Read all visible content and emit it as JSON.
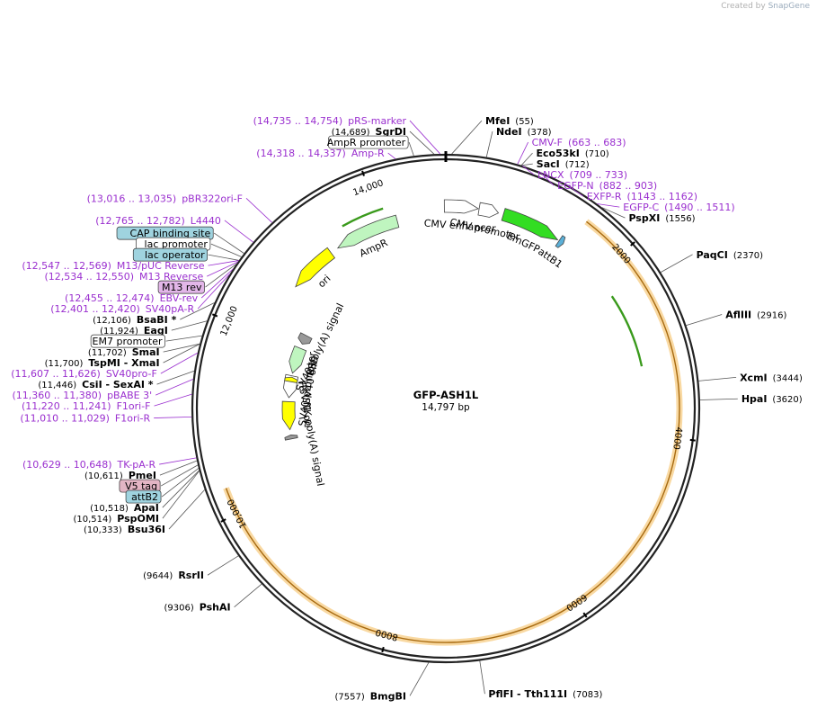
{
  "credit": {
    "prefix": "Created by",
    "brand": "SnapGene"
  },
  "plasmid": {
    "name": "GFP-ASH1L",
    "length": "14,797 bp",
    "total": 14797
  },
  "ticks": [
    {
      "pos": 2000,
      "label": "2000"
    },
    {
      "pos": 4000,
      "label": "4000"
    },
    {
      "pos": 6000,
      "label": "6000"
    },
    {
      "pos": 8000,
      "label": "8000"
    },
    {
      "pos": 10000,
      "label": "10,000"
    },
    {
      "pos": 12000,
      "label": "12,000"
    },
    {
      "pos": 14000,
      "label": "14,000"
    }
  ],
  "sites": [
    {
      "name": "MfeI",
      "pos": "(55)",
      "at": 55,
      "kind": "enzyme"
    },
    {
      "name": "NdeI",
      "pos": "(378)",
      "at": 378,
      "kind": "enzyme"
    },
    {
      "name": "CMV-F",
      "pos": "(663 .. 683)",
      "at": 673,
      "kind": "primer"
    },
    {
      "name": "LNCX",
      "pos": "(709 .. 733)",
      "at": 721,
      "kind": "primer"
    },
    {
      "name": "Eco53kI",
      "pos": "(710)",
      "at": 710,
      "kind": "enzyme"
    },
    {
      "name": "SacI",
      "pos": "(712)",
      "at": 712,
      "kind": "enzyme"
    },
    {
      "name": "EGFP-N",
      "pos": "(882 .. 903)",
      "at": 892,
      "kind": "primer"
    },
    {
      "name": "EXFP-R",
      "pos": "(1143 .. 1162)",
      "at": 1152,
      "kind": "primer"
    },
    {
      "name": "EGFP-C",
      "pos": "(1490 .. 1511)",
      "at": 1500,
      "kind": "primer"
    },
    {
      "name": "PspXI",
      "pos": "(1556)",
      "at": 1556,
      "kind": "enzyme"
    },
    {
      "name": "PaqCI",
      "pos": "(2370)",
      "at": 2370,
      "kind": "enzyme"
    },
    {
      "name": "AflIII",
      "pos": "(2916)",
      "at": 2916,
      "kind": "enzyme"
    },
    {
      "name": "XcmI",
      "pos": "(3444)",
      "at": 3444,
      "kind": "enzyme"
    },
    {
      "name": "HpaI",
      "pos": "(3620)",
      "at": 3620,
      "kind": "enzyme"
    },
    {
      "name": "PflFI - Tth111I",
      "pos": "(7083)",
      "at": 7083,
      "kind": "enzyme"
    },
    {
      "name": "BmgBI",
      "pos": "(7557)",
      "at": 7557,
      "kind": "enzyme"
    },
    {
      "name": "PshAI",
      "pos": "(9306)",
      "at": 9306,
      "kind": "enzyme"
    },
    {
      "name": "RsrII",
      "pos": "(9644)",
      "at": 9644,
      "kind": "enzyme"
    },
    {
      "name": "Bsu36I",
      "pos": "(10,333)",
      "at": 10333,
      "kind": "enzyme"
    },
    {
      "name": "PspOMI",
      "pos": "(10,514)",
      "at": 10514,
      "kind": "enzyme"
    },
    {
      "name": "ApaI",
      "pos": "(10,518)",
      "at": 10518,
      "kind": "enzyme"
    },
    {
      "name": "attB2",
      "pos": "",
      "at": 10540,
      "kind": "featbox",
      "fill": "#9fd3df"
    },
    {
      "name": "V5 tag",
      "pos": "",
      "at": 10570,
      "kind": "featbox",
      "fill": "#e3b5c4"
    },
    {
      "name": "PmeI",
      "pos": "(10,611)",
      "at": 10611,
      "kind": "enzyme"
    },
    {
      "name": "TK-pA-R",
      "pos": "(10,629 .. 10,648)",
      "at": 10638,
      "kind": "primer"
    },
    {
      "name": "F1ori-R",
      "pos": "(11,010 .. 11,029)",
      "at": 11020,
      "kind": "primer"
    },
    {
      "name": "F1ori-F",
      "pos": "(11,220 .. 11,241)",
      "at": 11230,
      "kind": "primer"
    },
    {
      "name": "pBABE 3'",
      "pos": "(11,360 .. 11,380)",
      "at": 11370,
      "kind": "primer"
    },
    {
      "name": "CsiI - SexAI *",
      "pos": "(11,446)",
      "at": 11446,
      "kind": "enzyme"
    },
    {
      "name": "SV40pro-F",
      "pos": "(11,607 .. 11,626)",
      "at": 11616,
      "kind": "primer"
    },
    {
      "name": "TspMI - XmaI",
      "pos": "(11,700)",
      "at": 11700,
      "kind": "enzyme"
    },
    {
      "name": "SmaI",
      "pos": "(11,702)",
      "at": 11702,
      "kind": "enzyme"
    },
    {
      "name": "EM7 promoter",
      "pos": "",
      "at": 11780,
      "kind": "featbox",
      "fill": "#ffffff"
    },
    {
      "name": "EagI",
      "pos": "(11,924)",
      "at": 11924,
      "kind": "enzyme"
    },
    {
      "name": "BsaBI *",
      "pos": "(12,106)",
      "at": 12106,
      "kind": "enzyme"
    },
    {
      "name": "SV40pA-R",
      "pos": "(12,401 .. 12,420)",
      "at": 12410,
      "kind": "primer"
    },
    {
      "name": "EBV-rev",
      "pos": "(12,455 .. 12,474)",
      "at": 12464,
      "kind": "primer"
    },
    {
      "name": "M13 rev",
      "pos": "",
      "at": 12520,
      "kind": "featbox",
      "fill": "#e2b6e8"
    },
    {
      "name": "M13 Reverse",
      "pos": "(12,534 .. 12,550)",
      "at": 12542,
      "kind": "primer"
    },
    {
      "name": "lac operator",
      "pos": "",
      "at": 12560,
      "kind": "featbox",
      "fill": "#9fd3df"
    },
    {
      "name": "M13/pUC Reverse",
      "pos": "(12,547 .. 12,569)",
      "at": 12558,
      "kind": "primer"
    },
    {
      "name": "lac promoter",
      "pos": "",
      "at": 12600,
      "kind": "featbox",
      "fill": "#ffffff"
    },
    {
      "name": "CAP binding site",
      "pos": "",
      "at": 12640,
      "kind": "featbox",
      "fill": "#9fd3df"
    },
    {
      "name": "L4440",
      "pos": "(12,765 .. 12,782)",
      "at": 12774,
      "kind": "primer"
    },
    {
      "name": "pBR322ori-F",
      "pos": "(13,016 .. 13,035)",
      "at": 13026,
      "kind": "primer"
    },
    {
      "name": "Amp-R",
      "pos": "(14,318 .. 14,337)",
      "at": 14328,
      "kind": "primer"
    },
    {
      "name": "AmpR promoter",
      "pos": "",
      "at": 14500,
      "kind": "featbox",
      "fill": "#ffffff"
    },
    {
      "name": "SgrDI",
      "pos": "(14,689)",
      "at": 14689,
      "kind": "enzyme"
    },
    {
      "name": "pRS-marker",
      "pos": "(14,735 .. 14,754)",
      "at": 14745,
      "kind": "primer"
    }
  ],
  "features": [
    {
      "name": "CMV enhancer",
      "from": 14780,
      "to": 380,
      "dir": 1,
      "color": "#ffffff"
    },
    {
      "name": "CMV promoter",
      "from": 390,
      "to": 620,
      "dir": 1,
      "color": "#ffffff"
    },
    {
      "name": "EmGFP",
      "from": 680,
      "to": 1380,
      "dir": 1,
      "color": "#33dd22"
    },
    {
      "name": "attB1",
      "from": 1400,
      "to": 1460,
      "dir": 1,
      "color": "#5bb0d8"
    },
    {
      "name": "ASH1L",
      "from": 1520,
      "to": 10280,
      "dir": 1,
      "color": "#f7c97a"
    },
    {
      "name": "HSV TK poly(A) signal",
      "from": 10640,
      "to": 10700,
      "dir": 1,
      "color": "#999999"
    },
    {
      "name": "f1 ori",
      "from": 10780,
      "to": 11200,
      "dir": -1,
      "color": "#ffff00"
    },
    {
      "name": "SV40 promoter",
      "from": 11260,
      "to": 11590,
      "dir": -1,
      "color": "#ffffff"
    },
    {
      "name": "BSD",
      "from": 11630,
      "to": 12020,
      "dir": -1,
      "color": "#bff5bf"
    },
    {
      "name": "SV40 poly(A) signal",
      "from": 12090,
      "to": 12230,
      "dir": -1,
      "color": "#999999"
    },
    {
      "name": "SV40 ori",
      "from": 11500,
      "to": 11570,
      "dir": 1,
      "color": "#ffff00"
    },
    {
      "name": "ori",
      "from": 12700,
      "to": 13300,
      "dir": -1,
      "color": "#ffff00"
    },
    {
      "name": "AmpR",
      "from": 13400,
      "to": 14200,
      "dir": -1,
      "color": "#bff5bf"
    }
  ],
  "colors": {
    "primer": "#9a2fcf",
    "enzyme": "#000000",
    "backbone": "#222222",
    "orf_glow": "#f7c97a",
    "orf_line": "#3a9a1c"
  }
}
